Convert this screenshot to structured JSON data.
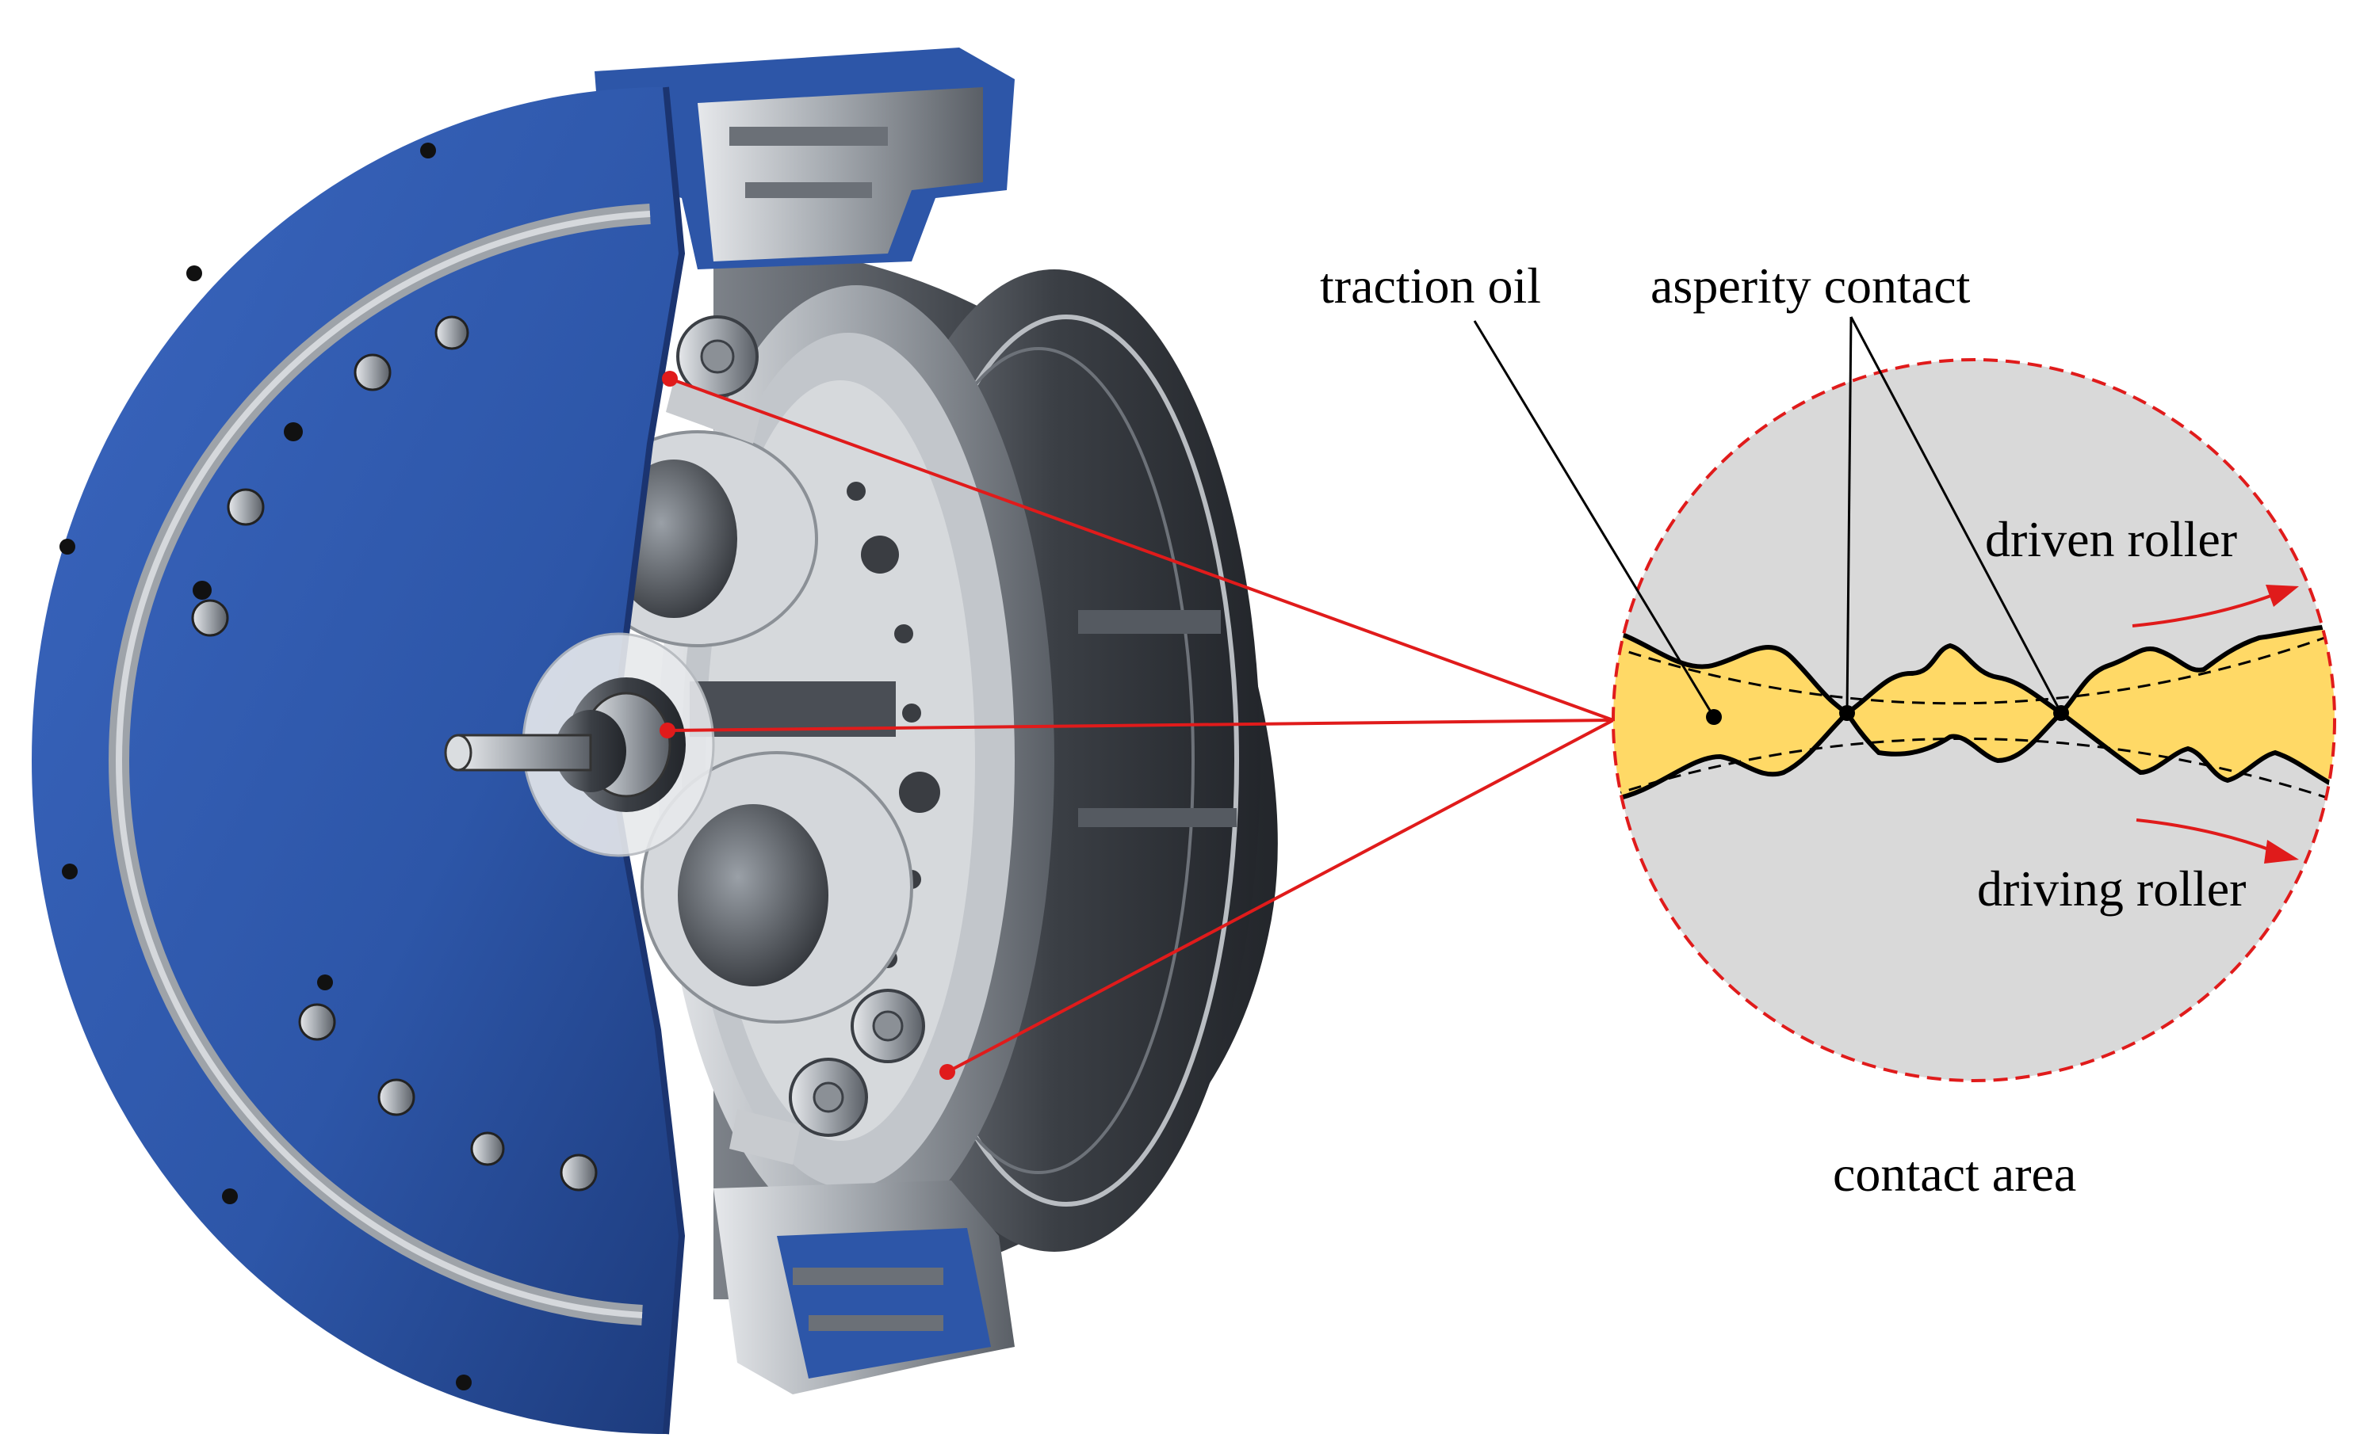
{
  "labels": {
    "traction_oil": "traction oil",
    "asperity_contact": "asperity contact",
    "driven_roller": "driven roller",
    "driving_roller": "driving roller",
    "contact_area": "contact area"
  },
  "colors": {
    "housing_blue": "#2d56a8",
    "housing_blue_dark": "#1f3f85",
    "metal_light": "#c9cdd2",
    "metal_mid": "#8b9096",
    "metal_dark": "#3b3f45",
    "callout_red": "#e01b1b",
    "oil_yellow": "#ffd966",
    "zoom_fill": "#d9d9d9",
    "text": "#000000"
  }
}
